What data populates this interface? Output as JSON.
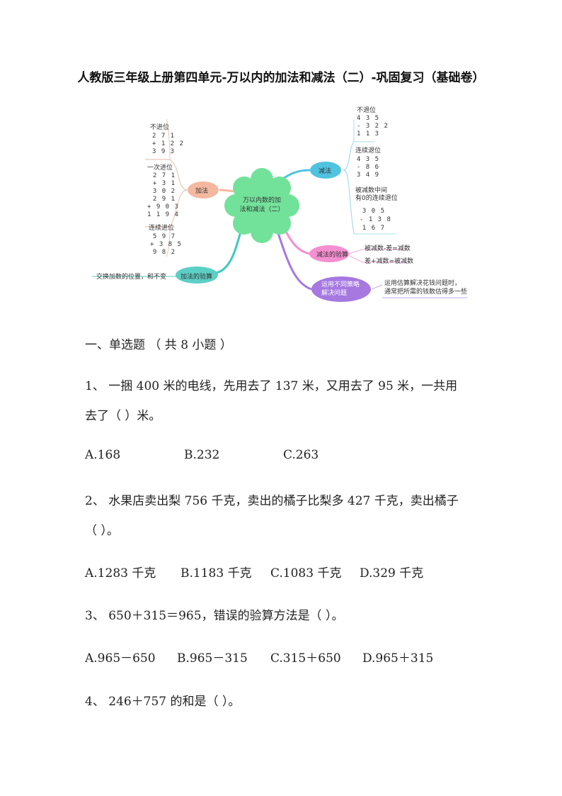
{
  "title": "人教版三年级上册第四单元-万以内的加法和减法（二）-巩固复习（基础卷）",
  "mindmap": {
    "center": [
      "万以内数的加",
      "法和减法（二）"
    ],
    "add": {
      "label": "加法",
      "no_carry": {
        "heading": "不进位",
        "lines": [
          "2 7 1",
          "+ 1 2 2",
          "3 9 3"
        ]
      },
      "one_carry": {
        "heading": "一次进位",
        "lines": [
          "2 7 1",
          "+   3 1",
          "3 0 2",
          "2 9 1",
          "+ 9 0 3",
          "1 1 9 4"
        ]
      },
      "consecutive": {
        "heading": "连续进位",
        "lines": [
          "5 9 7",
          "+ 3 8 5",
          "9 8 2"
        ]
      }
    },
    "add_check": {
      "label": "加法的验算",
      "text": "交换加数的位置，和不变"
    },
    "sub": {
      "label": "减法",
      "no_borrow": {
        "heading": "不退位",
        "lines": [
          "4 3 5",
          "- 3 2 2",
          "1 1 3"
        ]
      },
      "consecutive": {
        "heading": "连续退位",
        "lines": [
          "4 3 5",
          "-   8 6",
          "3 4 9"
        ]
      },
      "zero": {
        "heading": [
          "被减数中间",
          "有0的连续退位"
        ],
        "lines": [
          "3 0 5",
          "- 1 3 8",
          "1 6 7"
        ]
      }
    },
    "sub_check": {
      "label": "减法的验算",
      "rules": [
        "被减数-差=减数",
        "差+减数=被减数"
      ]
    },
    "strategy": {
      "label": [
        "运用不同策略",
        "解决问题"
      ],
      "text": [
        "运用估算解决花钱问题时，",
        "通常把所需的钱数估得多一些"
      ]
    }
  },
  "section": "一、单选题 （ 共 8 小题 ）",
  "questions": [
    {
      "line1": "1、  一捆 400 米的电线，先用去了 137 米，又用去了 95 米，一共用",
      "line2": "去了（        ）米。",
      "options": [
        "A.168",
        "B.232",
        "C.263"
      ]
    },
    {
      "line1": "2、  水果店卖出梨 756 千克，卖出的橘子比梨多 427 千克，卖出橘子",
      "line2": "（        ）。",
      "options": [
        "A.1283 千克",
        "B.1183 千克",
        "C.1083 千克",
        "D.329 千克"
      ]
    },
    {
      "line1": "3、  650＋315＝965，错误的验算方法是（        ）。",
      "options": [
        "A.965－650",
        "B.965－315",
        "C.315＋650",
        "D.965＋315"
      ]
    },
    {
      "line1": "4、  246＋757 的和是（        ）。"
    }
  ],
  "colors": {
    "add": "#f4b8a0",
    "add_check": "#5ccfc6",
    "center": "#72e29a",
    "sub": "#4fc3e0",
    "sub_check": "#f58fd0",
    "strategy": "#a678e0"
  }
}
